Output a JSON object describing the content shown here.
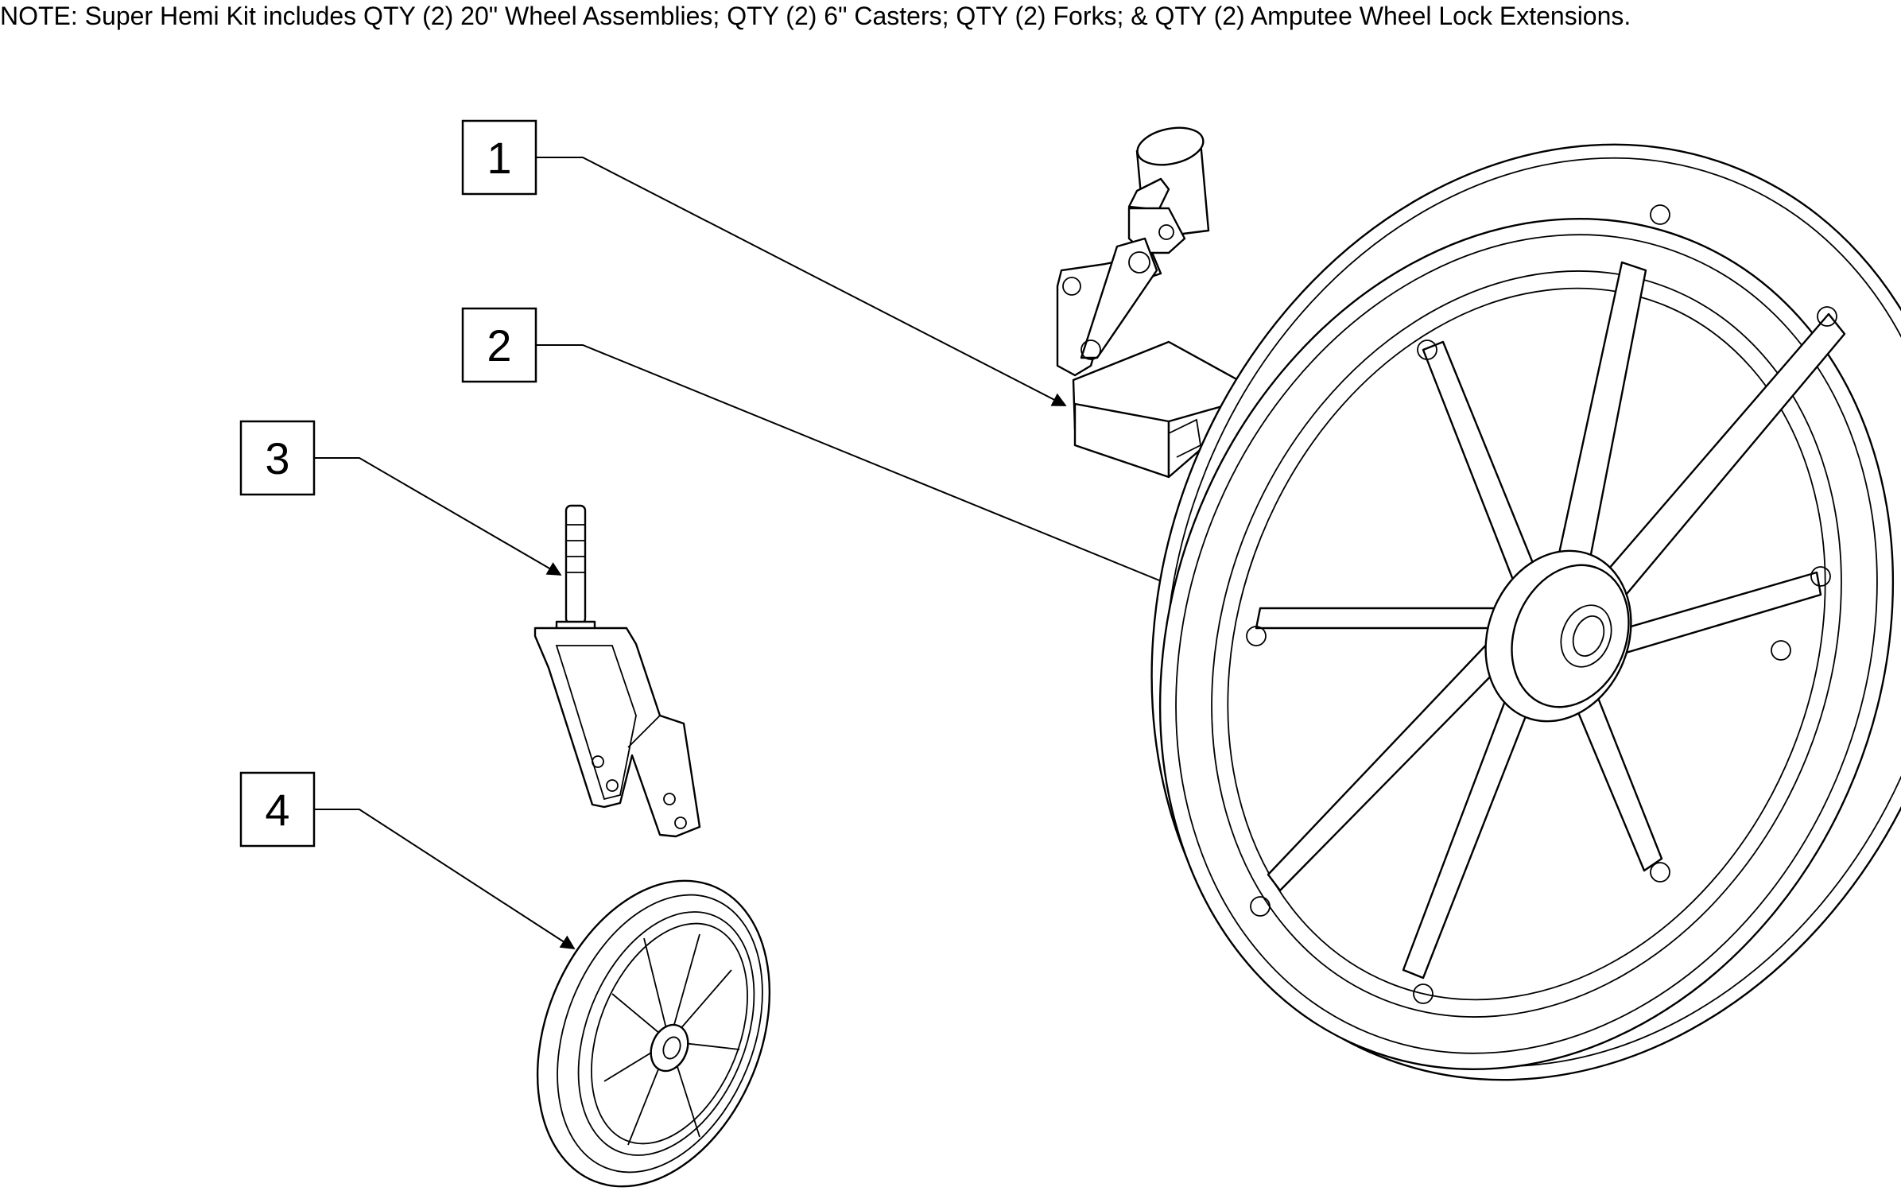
{
  "note": "NOTE: Super Hemi Kit includes QTY (2) 20\" Wheel Assemblies; QTY (2) 6\" Casters; QTY (2) Forks; & QTY (2) Amputee Wheel Lock Extensions.",
  "callouts": [
    {
      "label": "1"
    },
    {
      "label": "2"
    },
    {
      "label": "3"
    },
    {
      "label": "4"
    }
  ],
  "colors": {
    "line": "#000000",
    "background": "#ffffff"
  }
}
